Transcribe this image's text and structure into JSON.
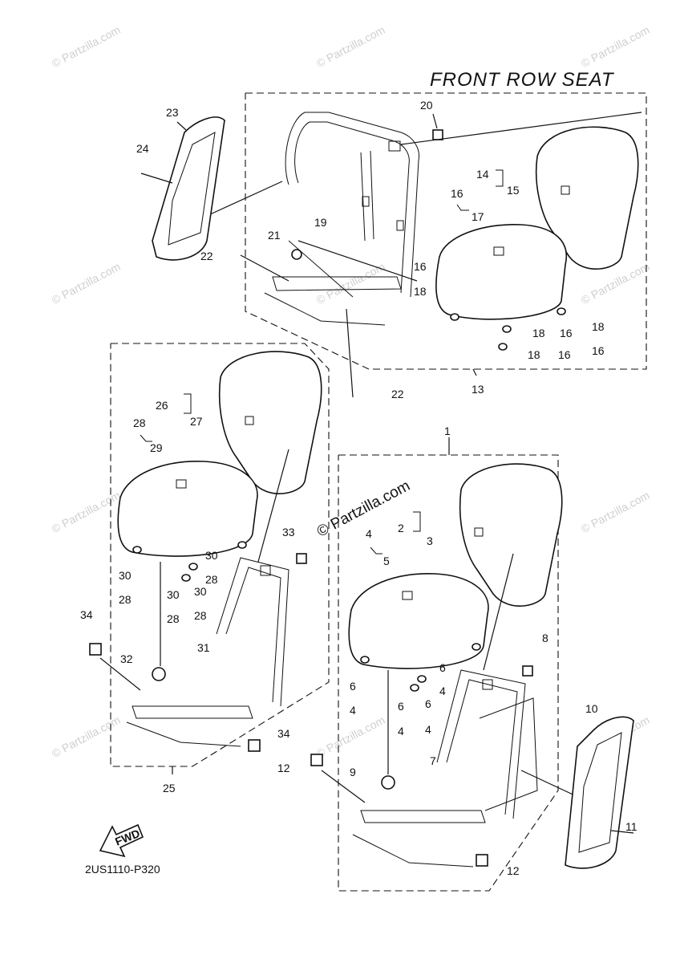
{
  "title": "FRONT ROW SEAT",
  "diagram_code": "2US1110-P320",
  "watermark": "© Partzilla.com",
  "fwd_label": "FWD",
  "callouts": {
    "c1": "1",
    "c2": "2",
    "c3": "3",
    "c4": "4",
    "c5": "5",
    "c6": "6",
    "c7": "7",
    "c8": "8",
    "c9": "9",
    "c10": "10",
    "c11": "11",
    "c12": "12",
    "c13": "13",
    "c14": "14",
    "c15": "15",
    "c16": "16",
    "c17": "17",
    "c18": "18",
    "c19": "19",
    "c20": "20",
    "c21": "21",
    "c22": "22",
    "c23": "23",
    "c24": "24",
    "c25": "25",
    "c26": "26",
    "c27": "27",
    "c28": "28",
    "c29": "29",
    "c30": "30",
    "c31": "31",
    "c32": "32",
    "c33": "33",
    "c34": "34"
  }
}
